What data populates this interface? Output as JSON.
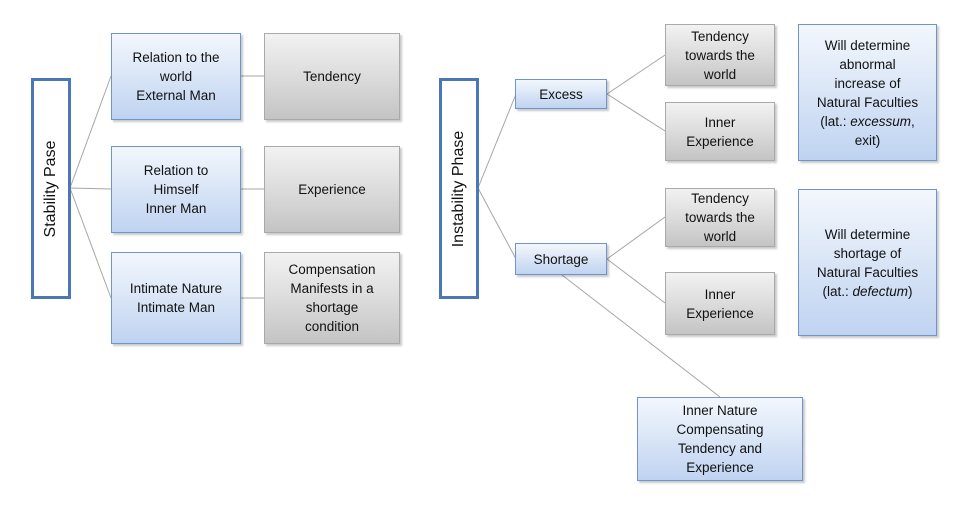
{
  "stability": {
    "phase_label": "Stability Pase",
    "relations": [
      {
        "label": "Relation to the\nworld\nExternal Man",
        "result": "Tendency"
      },
      {
        "label": "Relation to\nHimself\nInner Man",
        "result": "Experience"
      },
      {
        "label": "Intimate Nature\nIntimate Man",
        "result": "Compensation\nManifests in a\nshortage\ncondition"
      }
    ]
  },
  "instability": {
    "phase_label": "Instability Phase",
    "excess": {
      "label": "Excess",
      "tendency": "Tendency\ntowards the\nworld",
      "experience": "Inner\nExperience",
      "note_pre": "Will determine\nabnormal\nincrease of\nNatural Faculties\n(lat.: ",
      "note_latin": "excessum",
      "note_post": ",\nexit)"
    },
    "shortage": {
      "label": "Shortage",
      "tendency": "Tendency\ntowards the\nworld",
      "experience": "Inner\nExperience",
      "note_pre": "Will determine\nshortage of\nNatural Faculties\n(lat.: ",
      "note_latin": "defectum",
      "note_post": ")"
    },
    "inner_nature": "Inner Nature\nCompensating\nTendency and\nExperience"
  },
  "colors": {
    "blue_fill": "#c6d9f1",
    "blue_border": "#4a78b5",
    "gray_fill": "#d9d9d9",
    "connector": "#a6a6a6"
  }
}
